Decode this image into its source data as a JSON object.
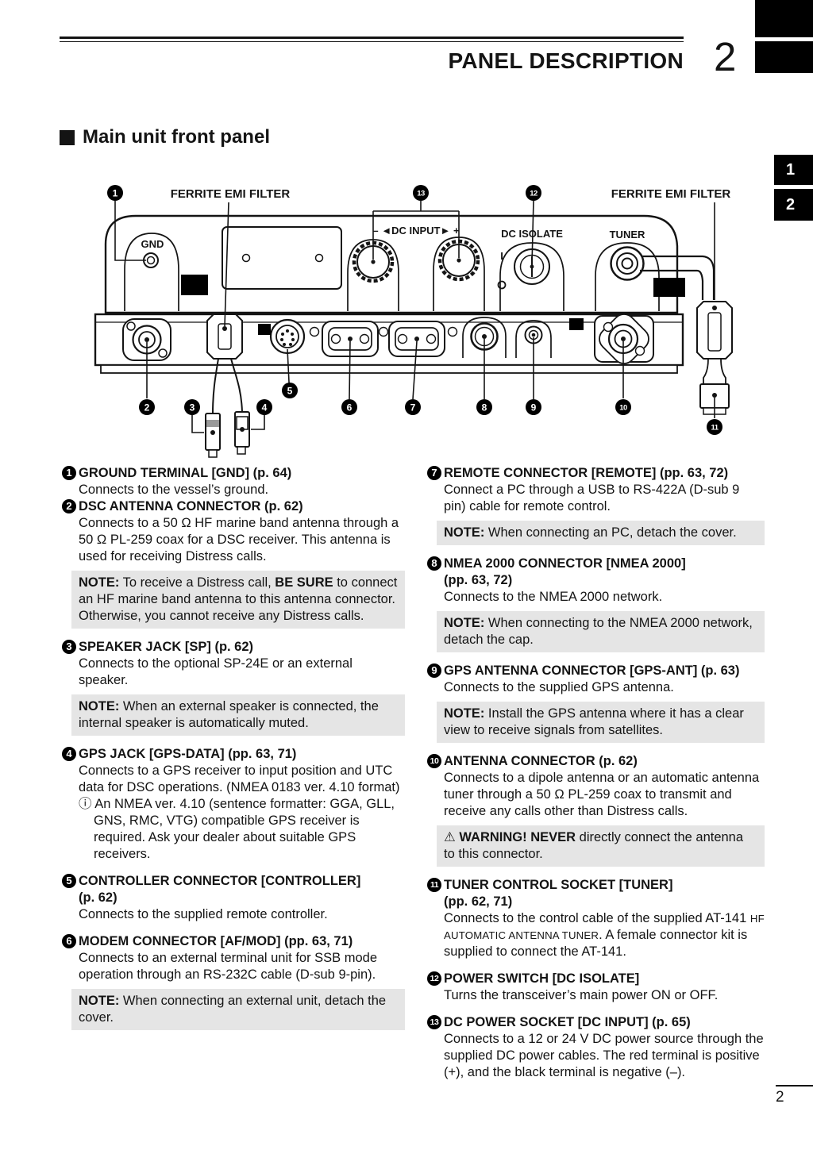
{
  "header": {
    "title": "PANEL DESCRIPTION",
    "chapter": "2",
    "section_title": "Main unit front panel"
  },
  "tabs": {
    "tab1": "1",
    "tab2": "2"
  },
  "footer": {
    "page": "2"
  },
  "diagram": {
    "gnd": "GND",
    "dc_input": "– ◄DC INPUT► +",
    "dc_isolate": "DC ISOLATE",
    "tuner": "TUNER",
    "ferrite_left": "FERRITE EMI FILTER",
    "ferrite_right": "FERRITE EMI FILTER",
    "switch_on": "I"
  },
  "sections": [
    {
      "num": "1",
      "title": "GROUND TERMINAL [GND] (p. 64)",
      "body": "Connects to the vessel’s ground."
    },
    {
      "num": "2",
      "title": "DSC ANTENNA CONNECTOR (p. 62)",
      "body": "Connects to a 50 Ω HF marine band antenna through a 50 Ω PL-259 coax for a DSC receiver. This antenna is used for receiving Distress calls.",
      "note": {
        "p1b": "NOTE:",
        "p2": " To receive a Distress call, ",
        "p3b": "BE SURE",
        "p4": " to connect an HF marine band antenna to this antenna connector. Otherwise, you cannot receive any Distress calls."
      }
    },
    {
      "num": "3",
      "title": "SPEAKER JACK [SP] (p. 62)",
      "body": "Connects to the optional SP-24E or an external speaker.",
      "note": {
        "p1b": "NOTE:",
        "p2": " When an external speaker is connected, the internal speaker is automatically muted."
      }
    },
    {
      "num": "4",
      "title": "GPS JACK [GPS-DATA] (pp. 63, 71)",
      "body": "Connects to a GPS receiver to input position and UTC data for DSC operations. (NMEA 0183 ver. 4.10 format)",
      "info_mark": "ⓘ",
      "info": "An NMEA ver. 4.10 (sentence formatter: GGA, GLL, GNS, RMC, VTG) compatible GPS receiver is required. Ask your dealer about suitable GPS receivers."
    },
    {
      "num": "5",
      "title": "CONTROLLER CONNECTOR [CONTROLLER]",
      "title2": "(p. 62)",
      "body": "Connects to the supplied remote controller."
    },
    {
      "num": "6",
      "title": "MODEM CONNECTOR [AF/MOD] (pp. 63, 71)",
      "body": "Connects to an external terminal unit for SSB mode operation through an RS-232C cable (D-sub 9-pin).",
      "note": {
        "p1b": "NOTE:",
        "p2": " When connecting an external unit, detach the cover."
      }
    },
    {
      "num": "7",
      "title": "REMOTE CONNECTOR [REMOTE] (pp. 63, 72)",
      "body": "Connect a PC through a USB to RS-422A (D-sub 9 pin) cable for remote control.",
      "note": {
        "p1b": "NOTE:",
        "p2": " When connecting an PC, detach the cover."
      }
    },
    {
      "num": "8",
      "title": "NMEA 2000 CONNECTOR [NMEA 2000]",
      "title2": "(pp. 63, 72)",
      "body": "Connects to the NMEA 2000 network.",
      "note": {
        "p1b": "NOTE:",
        "p2": " When connecting to the NMEA 2000 network, detach the cap."
      }
    },
    {
      "num": "9",
      "title": "GPS ANTENNA CONNECTOR [GPS-ANT] (p. 63)",
      "body": "Connects to the supplied GPS antenna.",
      "note": {
        "p1b": "NOTE:",
        "p2": " Install the GPS antenna where it has a clear view to receive signals from satellites."
      }
    },
    {
      "num": "10",
      "title": "ANTENNA CONNECTOR (p. 62)",
      "body": "Connects to a dipole antenna or an automatic antenna tuner through a 50 Ω PL-259 coax to transmit and receive any calls other than Distress calls.",
      "note": {
        "p1b": "⚠ WARNING! NEVER",
        "p2": " directly connect the antenna to this connector."
      }
    },
    {
      "num": "11",
      "title": "TUNER CONTROL SOCKET [TUNER]",
      "title2": "(pp. 62, 71)",
      "body_pre": "Connects to the control cable of the supplied AT-141 ",
      "body_sc": "HF AUTOMATIC ANTENNA TUNER",
      "body_post": ". A female connector kit is supplied to connect the AT-141."
    },
    {
      "num": "12",
      "title": "POWER SWITCH [DC ISOLATE]",
      "body": "Turns the transceiver’s main power ON or OFF."
    },
    {
      "num": "13",
      "title": "DC POWER SOCKET [DC INPUT] (p. 65)",
      "body": "Connects to a 12 or 24 V DC power source through the supplied DC power cables. The red terminal is positive (+), and the black terminal is negative (–)."
    }
  ]
}
